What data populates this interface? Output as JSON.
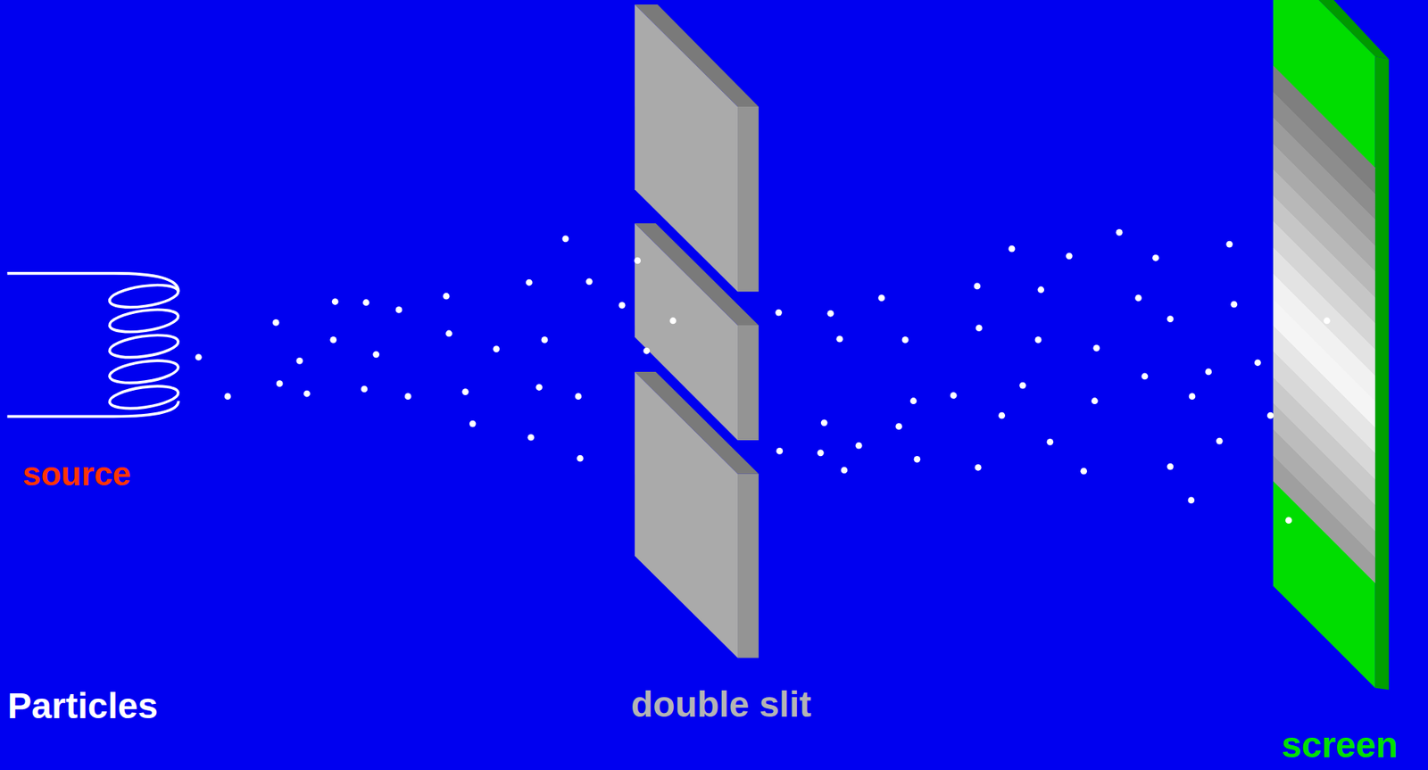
{
  "diagram": {
    "labels": [
      "source",
      "Particles",
      "double slit",
      "screen"
    ]
  }
}
